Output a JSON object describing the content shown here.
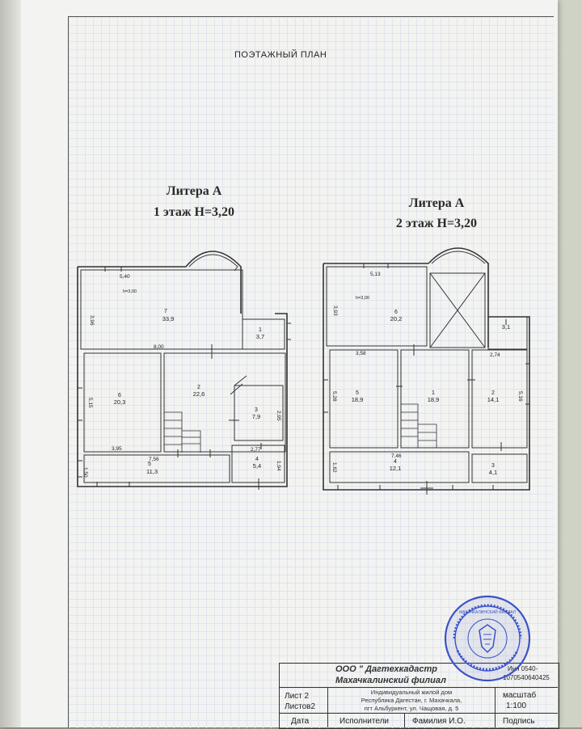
{
  "header": {
    "title": "ПОЭТАЖНЫЙ ПЛАН"
  },
  "floor1": {
    "litera": "Литера А",
    "floor": "1 этаж Н=3,20",
    "height": "h=3,00",
    "dims": [
      "5,40",
      "8,00",
      "3,96",
      "5,15",
      "3,95",
      "7,56",
      "1,50",
      "2,95",
      "2,77",
      "1,94"
    ],
    "rooms": [
      {
        "num": "7",
        "area": "33,9"
      },
      {
        "num": "1",
        "area": "3,7"
      },
      {
        "num": "6",
        "area": "20,3"
      },
      {
        "num": "2",
        "area": "22,6"
      },
      {
        "num": "3",
        "area": "7,9"
      },
      {
        "num": "5",
        "area": "11,3"
      },
      {
        "num": "4",
        "area": "5,4"
      }
    ]
  },
  "floor2": {
    "litera": "Литера А",
    "floor": "2 этаж Н=3,20",
    "height": "h=3,00",
    "dims": [
      "5,13",
      "3,93",
      "3,58",
      "2,74",
      "5,28",
      "5,16",
      "7,46",
      "1,62"
    ],
    "rooms": [
      {
        "num": "6",
        "area": "20,2"
      },
      {
        "num": "",
        "area": "3,1"
      },
      {
        "num": "5",
        "area": "18,9"
      },
      {
        "num": "1",
        "area": "18,9"
      },
      {
        "num": "2",
        "area": "14,1"
      },
      {
        "num": "4",
        "area": "12,1"
      },
      {
        "num": "3",
        "area": "4,1"
      }
    ]
  },
  "stamp": {
    "org1": "ООО \" Дагтехкадастр",
    "org2": "Махачкалинский филиал",
    "inn": "Инн 0540-",
    "inn2": "1070540640425",
    "sheet": "Лист 2",
    "sheets": "Листов2",
    "address1": "Индивидуальный жилой дом",
    "address2": "Республика Дагестан, г. Махачкала,",
    "address3": "пгт Альбуркент, ул. Чащовая, д. 5",
    "scale_label": "масштаб",
    "scale_value": "1:100",
    "col_date": "Дата",
    "col_exec": "Исполнители",
    "col_name": "Фамилия И.О.",
    "col_sign": "Подпись",
    "seal_text": "МАХАЧКАЛИНСКИЙ ФИЛИАЛ"
  }
}
